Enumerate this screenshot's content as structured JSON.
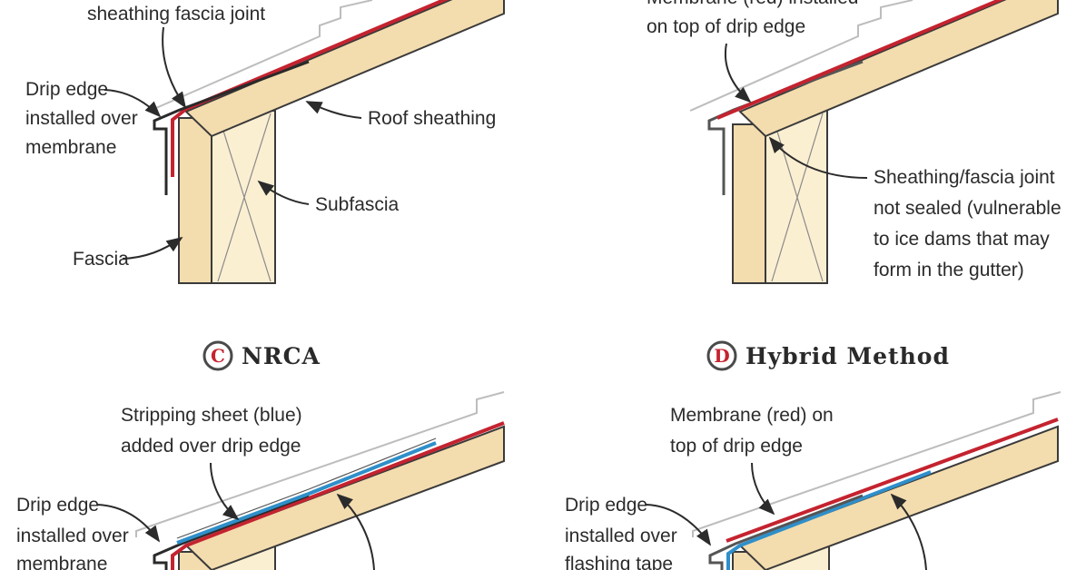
{
  "panels": {
    "a": {
      "labels": {
        "top": "sheathing fascia joint",
        "drip_line1": "Drip edge",
        "drip_line2": "installed over",
        "drip_line3": "membrane",
        "roof": "Roof sheathing",
        "subfascia": "Subfascia",
        "fascia": "Fascia"
      }
    },
    "b": {
      "labels": {
        "top_line1": "Membrane (red) installed",
        "top_line2": "on top of drip edge",
        "joint_line1": "Sheathing/fascia joint",
        "joint_line2": "not sealed (vulnerable",
        "joint_line3": "to ice dams that may",
        "joint_line4": "form in the gutter)"
      }
    },
    "c": {
      "badge": "C",
      "title": "NRCA",
      "labels": {
        "strip_line1": "Stripping sheet (blue)",
        "strip_line2": "added over drip edge",
        "drip_line1": "Drip edge",
        "drip_line2": "installed over",
        "drip_line3": "membrane"
      }
    },
    "d": {
      "badge": "D",
      "title": "Hybrid Method",
      "labels": {
        "mem_line1": "Membrane (red) on",
        "mem_line2": "top of drip edge",
        "drip_line1": "Drip edge",
        "drip_line2": "installed over",
        "drip_line3": "flashing tape"
      }
    }
  },
  "colors": {
    "membrane": "#c4232f",
    "stripping_sheet": "#2f8fc9",
    "wood_light": "#fbefd2",
    "wood_mid": "#f3dcae",
    "outline": "#3a3a3a",
    "drip_edge": "#9a9a9a",
    "badge_ring": "#c4232f"
  }
}
